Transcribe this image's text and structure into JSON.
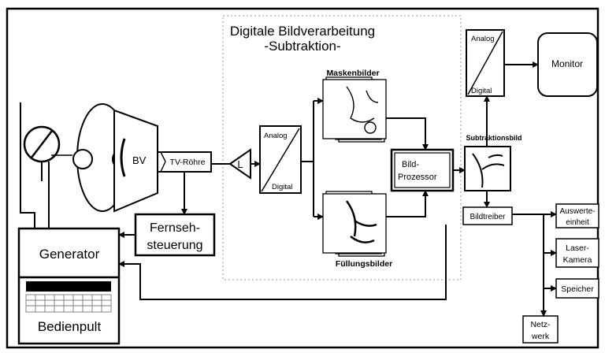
{
  "title_line1": "Digitale Bildverarbeitung",
  "title_line2": "-Subtraktion-",
  "bv": "BV",
  "tv_roehre": "TV-Röhre",
  "l_symbol": "L",
  "adc_left": {
    "top": "Analog",
    "bottom": "Digital"
  },
  "dac_top": {
    "top": "Analog",
    "bottom": "Digital"
  },
  "maskenbilder": "Maskenbilder",
  "fuellungsbilder": "Füllungsbilder",
  "bildprozessor": [
    "Bild-",
    "Prozessor"
  ],
  "subtraktionsbild": "Subtraktionsbild",
  "monitor": "Monitor",
  "bildtreiber": "Bildtreiber",
  "fernseh": [
    "Fernseh-",
    "steuerung"
  ],
  "generator": "Generator",
  "bedienpult": "Bedienpult",
  "auswerte": [
    "Auswerte-",
    "einheit"
  ],
  "laser": [
    "Laser-",
    "Kamera"
  ],
  "speicher": "Speicher",
  "netzwerk": [
    "Netz-",
    "werk"
  ]
}
